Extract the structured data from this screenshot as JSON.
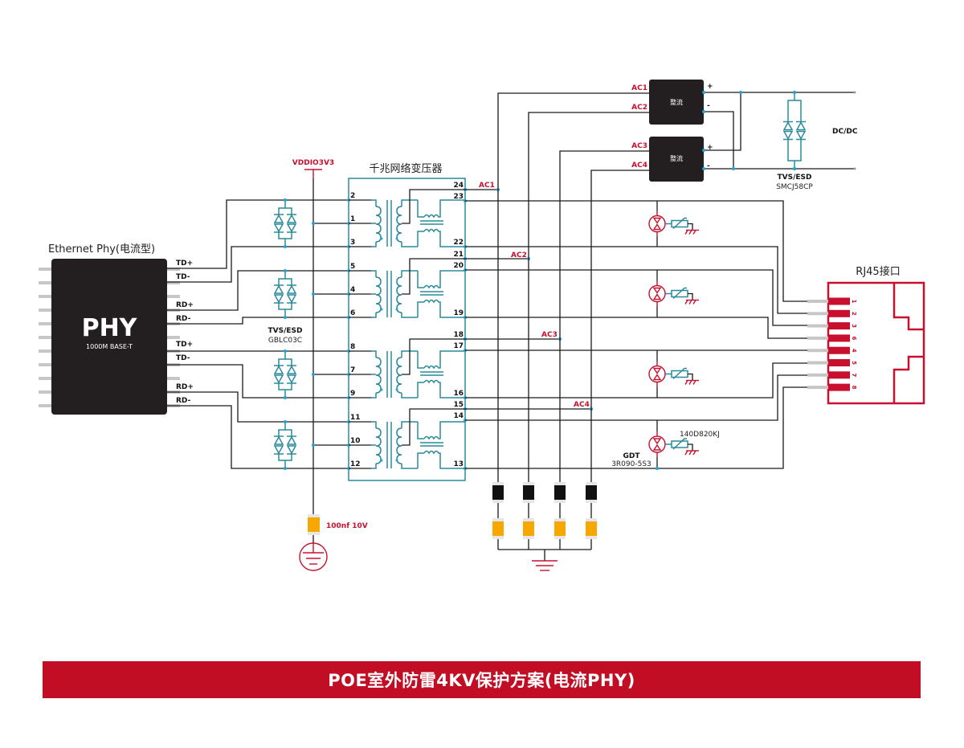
{
  "phy": {
    "title": "Ethernet Phy(电流型)",
    "chip_label": "PHY",
    "chip_sub": "1000M BASE-T",
    "signals": [
      "TD+",
      "TD-",
      "RD+",
      "RD-",
      "TD+",
      "TD-",
      "RD+",
      "RD-"
    ]
  },
  "tvs_phy": {
    "name": "TVS/ESD",
    "part": "GBLC03C"
  },
  "power": {
    "rail": "VDDIO3V3",
    "cap": "100nf 10V"
  },
  "transformer": {
    "title": "千兆网络变压器",
    "left_pins": [
      [
        "2",
        "1",
        "3"
      ],
      [
        "5",
        "4",
        "6"
      ],
      [
        "8",
        "7",
        "9"
      ],
      [
        "11",
        "10",
        "12"
      ]
    ],
    "right_pins": [
      [
        "24",
        "23",
        "22"
      ],
      [
        "21",
        "20",
        "19"
      ],
      [
        "18",
        "17",
        "16"
      ],
      [
        "15",
        "14",
        "13"
      ]
    ]
  },
  "ac_labels": [
    "AC1",
    "AC2",
    "AC3",
    "AC4"
  ],
  "rectifiers": [
    {
      "label": "整流",
      "inputs": [
        "AC1",
        "AC2"
      ],
      "outputs": [
        "+",
        "-"
      ]
    },
    {
      "label": "整流",
      "inputs": [
        "AC3",
        "AC4"
      ],
      "outputs": [
        "+",
        "-"
      ]
    }
  ],
  "dc": {
    "label": "DC/DC",
    "tvs_name": "TVS/ESD",
    "tvs_part": "SMCJ58CP"
  },
  "gdt": {
    "name": "GDT",
    "part": "3R090-5S3",
    "varistor": "140D820KJ"
  },
  "rj45": {
    "title": "RJ45接口",
    "pins": [
      "1",
      "2",
      "3",
      "6",
      "4",
      "5",
      "7",
      "8"
    ]
  },
  "banner": {
    "text": "POE室外防雷4KV保护方案(电流PHY)"
  },
  "colors": {
    "accent": "#c20e24",
    "teal": "#2a8a9a",
    "junction": "#1fa3d8",
    "chip": "#231f20",
    "cap": "#f7a800"
  }
}
